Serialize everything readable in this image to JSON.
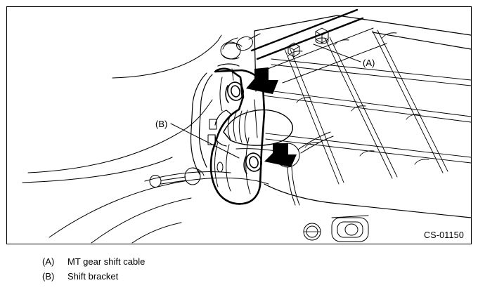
{
  "figure": {
    "id_label": "CS-01150",
    "callouts": [
      {
        "key": "(A)",
        "name": "callout-a"
      },
      {
        "key": "(B)",
        "name": "callout-b"
      }
    ],
    "illustration": {
      "subject": "MT gear shift cable and shift bracket on transmission case",
      "style": "black line art on white",
      "indicator_arrows": 2
    }
  },
  "legend": {
    "items": [
      {
        "key": "(A)",
        "label": "MT gear shift cable"
      },
      {
        "key": "(B)",
        "label": "Shift bracket"
      }
    ]
  },
  "colors": {
    "line": "#000000",
    "background": "#ffffff",
    "border": "#000000"
  }
}
